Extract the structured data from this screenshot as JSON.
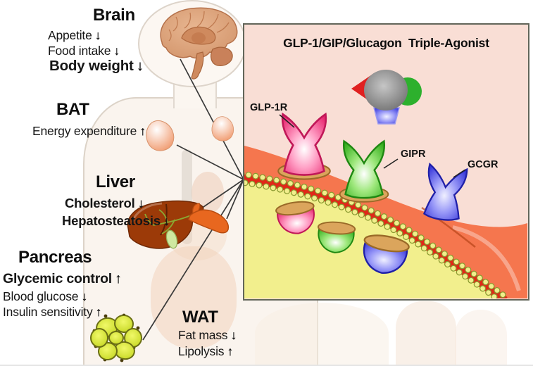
{
  "sections": [
    {
      "title": "Brain",
      "effects": [
        {
          "label": "Appetite",
          "dir": "↓"
        },
        {
          "label": "Food intake",
          "dir": "↓"
        },
        {
          "label": "Body weight",
          "dir": "↓"
        }
      ]
    },
    {
      "title": "BAT",
      "effects": [
        {
          "label": "Energy expenditure",
          "dir": "↑"
        }
      ]
    },
    {
      "title": "Liver",
      "effects": [
        {
          "label": "Cholesterol",
          "dir": "↓"
        },
        {
          "label": "Hepatosteatosis",
          "dir": "↓"
        }
      ]
    },
    {
      "title": "Pancreas",
      "effects": [
        {
          "label": "Glycemic control",
          "dir": "↑"
        },
        {
          "label": "Blood glucose",
          "dir": "↓"
        },
        {
          "label": "Insulin sensitivity",
          "dir": "↑"
        }
      ]
    },
    {
      "title": "WAT",
      "effects": [
        {
          "label": "Fat mass",
          "dir": "↓"
        },
        {
          "label": "Lipolysis",
          "dir": "↑"
        }
      ]
    }
  ],
  "panel": {
    "title": "GLP-1/GIP/Glucagon  Triple-Agonist",
    "receptors": [
      {
        "label": "GLP-1R",
        "color": "#ee3d84"
      },
      {
        "label": "GIPR",
        "color": "#46c02e"
      },
      {
        "label": "GCGR",
        "color": "#4747e6"
      }
    ],
    "colors": {
      "panel_background": "#f9ded5",
      "membrane_orange": "#f5764e",
      "cytoplasm_yellow": "#f2ef8d",
      "bilayer_red": "#e02818",
      "bead_yellow": "#f2ee8c",
      "receptor_collar_tan": "#dba55c"
    }
  }
}
